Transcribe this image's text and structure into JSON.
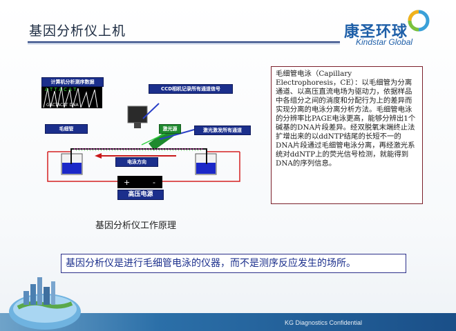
{
  "slide": {
    "title": "基因分析仪上机",
    "logo_cn": "康圣环球",
    "logo_en": "Kindstar Global",
    "logo_icon": "kindstar-swirl-logo",
    "footer": "KG Diagnostics Confidential"
  },
  "diagram": {
    "labels": {
      "computer": "计算机分析测序数据",
      "ccd": "CCD相机记录所有通道信号",
      "capillary": "毛细管",
      "laser": "激光源",
      "laser_channels": "激光激发所有通道",
      "direction": "电泳方向",
      "power": "高压电源",
      "plus": "+",
      "minus": "-"
    },
    "sequence_letters": "A T T A C A T",
    "sequence_text": "GACTACAT DNA"
  },
  "caption": "基因分析仪工作原理",
  "description": "毛细管电泳（Capillary Electrophoresis，CE）：以毛细管为分离通道、以高压直流电场为驱动力，依据样品中各组分之间的淌度和分配行为上的差异而实现分离的电泳分离分析方法。毛细管电泳的分辨率比PAGE电泳更高，能够分辨出1个碱基的DNA片段差异。经双脱氧末端终止法扩增出来的以ddNTP结尾的长短不一的DNA片段通过毛细管电泳分离，再经激光系统对ddNTP上的荧光信号检测，就能得到DNA的序列信息。",
  "statement": "基因分析仪是进行毛细管电泳的仪器，而不是测序反应发生的场所。",
  "colors": {
    "accent": "#1b2f8c",
    "border_red": "#7a1f2a",
    "footer": "#1a4f88",
    "wire_red": "#d42020"
  }
}
